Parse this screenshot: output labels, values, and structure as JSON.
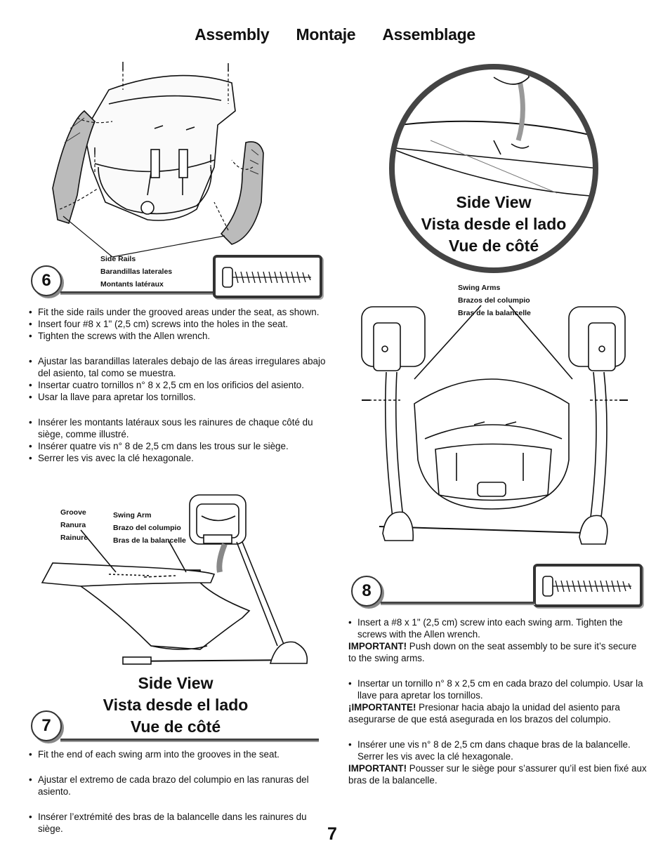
{
  "header": {
    "en": "Assembly",
    "es": "Montaje",
    "fr": "Assemblage"
  },
  "step6": {
    "number": "6",
    "part_labels": [
      "Side Rails",
      "Barandillas laterales",
      "Montants latéraux"
    ],
    "en": [
      "Fit the side rails under the grooved areas under the seat, as shown.",
      "Insert four #8 x 1\" (2,5 cm) screws into the holes in the seat.",
      "Tighten the screws with the Allen wrench."
    ],
    "es": [
      "Ajustar las barandillas laterales debajo de las áreas irregulares abajo del asiento, tal como se muestra.",
      "Insertar cuatro tornillos n° 8 x 2,5 cm en los orificios del asiento.",
      "Usar la llave para apretar los tornillos."
    ],
    "fr": [
      "Insérer les montants latéraux sous les rainures de chaque côté du siège, comme illustré.",
      "Insérer quatre vis n° 8 de 2,5 cm dans les trous sur le siège.",
      "Serrer les vis avec la clé hexagonale."
    ]
  },
  "step7": {
    "number": "7",
    "groove_labels": [
      "Groove",
      "Ranura",
      "Rainure"
    ],
    "swing_arm_labels": [
      "Swing Arm",
      "Brazo del columpio",
      "Bras de la balancelle"
    ],
    "side_view": [
      "Side View",
      "Vista desde el lado",
      "Vue de côté"
    ],
    "en": [
      "Fit the end of each swing arm into the grooves in the seat."
    ],
    "es": [
      "Ajustar el extremo de cada brazo del columpio en las ranuras del asiento."
    ],
    "fr": [
      "Insérer l’extrémité des bras de la balancelle dans les rainures du siège."
    ]
  },
  "step8": {
    "number": "8",
    "side_view": [
      "Side View",
      "Vista desde el lado",
      "Vue de côté"
    ],
    "swing_arms_labels": [
      "Swing Arms",
      "Brazos del columpio",
      "Bras de la balancelle"
    ],
    "en": [
      "Insert a #8 x 1\" (2,5 cm) screw into each swing arm. Tighten the screws with the Allen wrench."
    ],
    "en_important_label": "IMPORTANT!",
    "en_important_text": " Push down on the seat assembly to be sure it’s secure to the swing arms.",
    "es": [
      "Insertar un tornillo n° 8 x 2,5 cm en cada brazo del columpio. Usar la llave para apretar los tornillos."
    ],
    "es_important_label": "¡IMPORTANTE!",
    "es_important_text": " Presionar hacia abajo la unidad del asiento para asegurarse de que está asegurada en los brazos del columpio.",
    "fr": [
      "Insérer une vis n° 8 de 2,5 cm dans chaque bras de la balancelle. Serrer les vis avec la clé hexagonale."
    ],
    "fr_important_label": "IMPORTANT!",
    "fr_important_text": " Pousser sur le siège pour s’assurer qu’il est bien fixé aux bras de la balancelle."
  },
  "page_number": "7"
}
